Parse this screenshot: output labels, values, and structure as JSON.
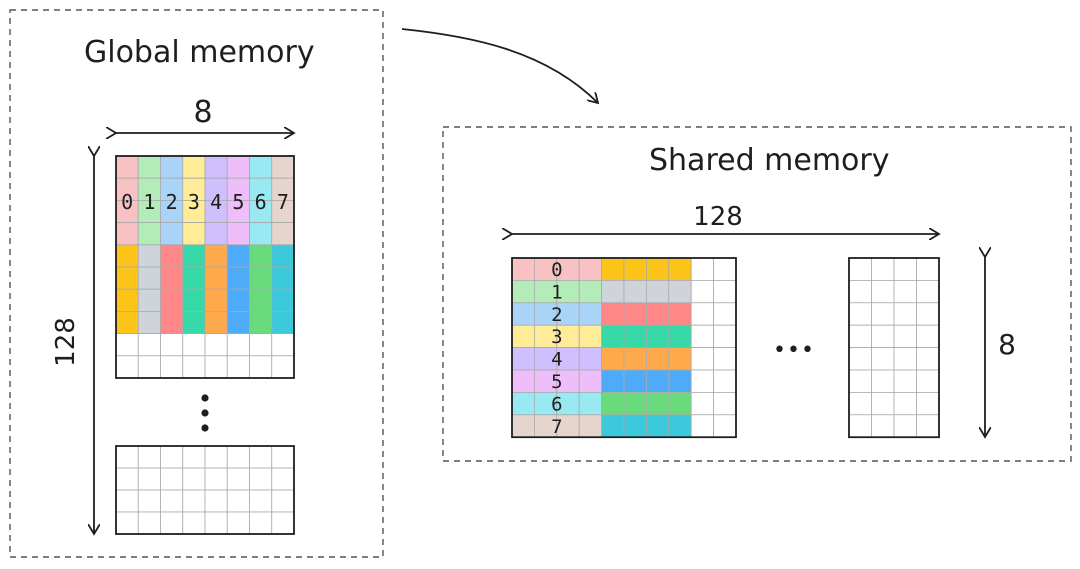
{
  "global": {
    "title": "Global memory",
    "width_label": "8",
    "height_label": "128",
    "ellipsis": "⋮",
    "column_indices": [
      "0",
      "1",
      "2",
      "3",
      "4",
      "5",
      "6",
      "7"
    ]
  },
  "shared": {
    "title": "Shared memory",
    "width_label": "128",
    "height_label": "8",
    "ellipsis": "•••",
    "row_indices": [
      "0",
      "1",
      "2",
      "3",
      "4",
      "5",
      "6",
      "7"
    ]
  },
  "palette": {
    "index_light": [
      "#f8c2c5",
      "#b3ecb8",
      "#a9d4f7",
      "#ffec99",
      "#d0bfff",
      "#eebefa",
      "#99e9f2",
      "#e6d5cc"
    ],
    "block_strong": [
      "#fcc419",
      "#ced4da",
      "#ff8787",
      "#38d9a9",
      "#ffa94d",
      "#4dabf7",
      "#69db7c",
      "#3bc9db"
    ],
    "grid_line": "#aaaaaa",
    "border": "#1e1e1e",
    "dash": "#555555"
  }
}
